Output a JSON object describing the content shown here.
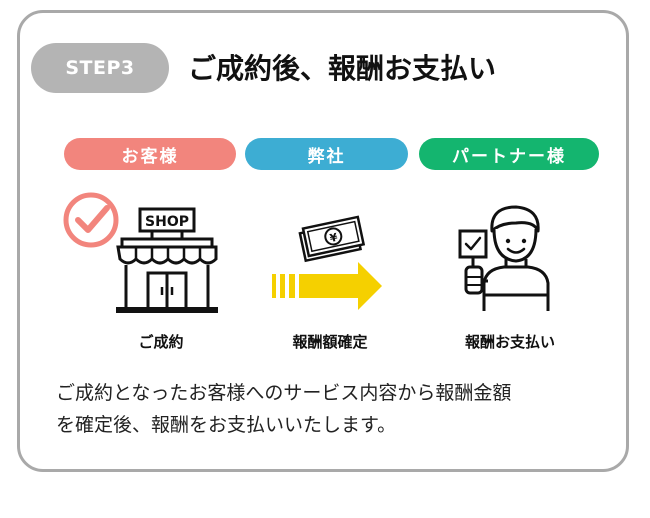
{
  "step": {
    "badge": "STEP3",
    "title": "ご成約後、報酬お支払い"
  },
  "parties": {
    "customer": "お客様",
    "company": "弊社",
    "partner": "パートナー様"
  },
  "shop_sign": "SHOP",
  "yen_symbol": "¥",
  "labels": {
    "contract": "ご成約",
    "fee_fixed": "報酬額確定",
    "payment": "報酬お支払い"
  },
  "description": {
    "line1": "ご成約となったお客様へのサービス内容から報酬金額",
    "line2": "を確定後、報酬をお支払いいたします。"
  },
  "colors": {
    "customer": "#f2857d",
    "company": "#3dadd3",
    "partner": "#14b56f",
    "arrow": "#f5d000",
    "badge": "#b4b4b4"
  }
}
